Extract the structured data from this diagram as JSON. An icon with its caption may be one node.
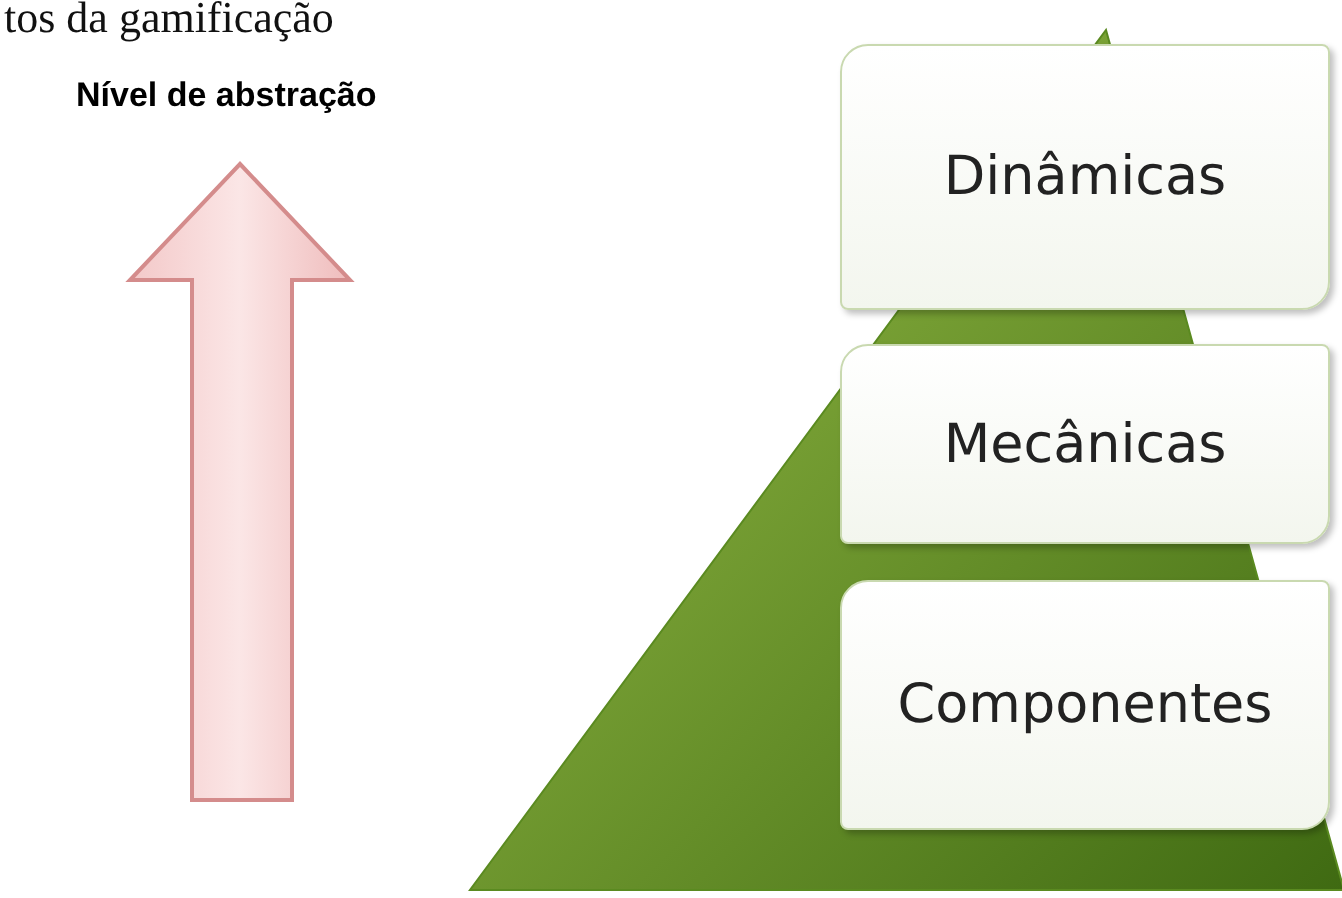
{
  "diagram": {
    "nodes": [
      {
        "text": [
          "Dinâmicas"
        ]
      },
      {
        "text": [
          "Mecânicas"
        ]
      },
      {
        "text": [
          "Componentes"
        ]
      }
    ],
    "labels": [
      "tos da gamificação",
      "Nível de abstração"
    ]
  }
}
